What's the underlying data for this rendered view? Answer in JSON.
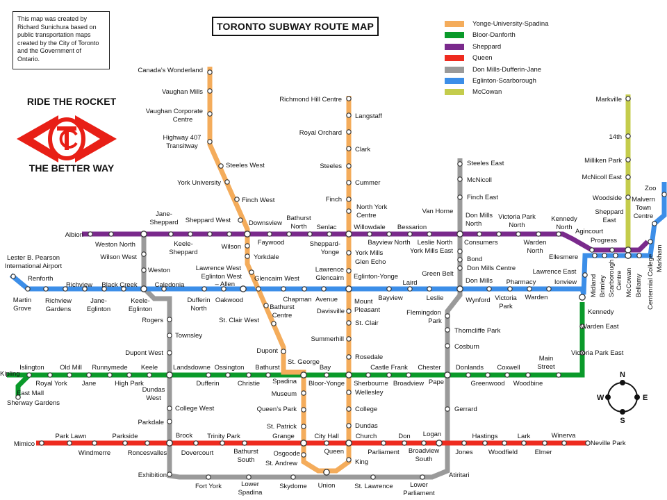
{
  "title": "TORONTO SUBWAY ROUTE MAP",
  "credit": "This map was created by Richard Sunichura based on public transportation maps created by the City of Toronto and the Government of Ontario.",
  "slogan": {
    "top": "RIDE THE ROCKET",
    "bottom": "THE BETTER WAY"
  },
  "compass": {
    "n": "N",
    "s": "S",
    "e": "E",
    "w": "W"
  },
  "colors": {
    "yonge": "#f4ac5b",
    "bloor": "#0a9a2a",
    "sheppard": "#7a2a8c",
    "queen": "#ee2b1f",
    "donmills": "#9a9a9a",
    "eglinton": "#3c8ee8",
    "mccowan": "#c4cc4c",
    "logo_red": "#e81f16"
  },
  "legend": [
    {
      "label": "Yonge-University-Spadina",
      "color": "#f4ac5b"
    },
    {
      "label": "Bloor-Danforth",
      "color": "#0a9a2a"
    },
    {
      "label": "Sheppard",
      "color": "#7a2a8c"
    },
    {
      "label": "Queen",
      "color": "#ee2b1f"
    },
    {
      "label": "Don Mills-Dufferin-Jane",
      "color": "#9a9a9a"
    },
    {
      "label": "Eglinton-Scarborough",
      "color": "#3c8ee8"
    },
    {
      "label": "McCowan",
      "color": "#c4cc4c"
    }
  ],
  "stations": {
    "yonge_west": [
      "Canada’s Wonderland",
      "Vaughan Mills",
      "Vaughan Corporate Centre",
      "Highway 407 Transitway",
      "Steeles West",
      "York University",
      "Finch West",
      "Sheppard West",
      "Downsview",
      "Wilson",
      "Yorkdale",
      "Lawrence West",
      "Glencairn West",
      "Eglinton West – Allen",
      "St. Clair West",
      "Dupont",
      "St. George",
      "Spadina",
      "Museum",
      "Queen’s Park",
      "St. Patrick",
      "Osgoode",
      "St. Andrew",
      "Union"
    ],
    "yonge_east": [
      "Richmond Hill Centre",
      "Langstaff",
      "Royal Orchard",
      "Clark",
      "Steeles",
      "Cummer",
      "Finch",
      "North York Centre",
      "Sheppard-Yonge",
      "York Mills",
      "Glen Echo",
      "Lawrence",
      "Glencairn",
      "Eglinton-Yonge",
      "Mount Pleasant",
      "Davisville",
      "St. Clair",
      "Summerhill",
      "Rosedale",
      "Bloor-Yonge",
      "Wellesley",
      "College",
      "Dundas",
      "Queen",
      "King"
    ],
    "bloor": [
      "Kipling",
      "Islington",
      "Royal York",
      "Old Mill",
      "Jane",
      "Runnymede",
      "High Park",
      "Keele",
      "Dundas West",
      "Landsdowne",
      "Dufferin",
      "Ossington",
      "Christie",
      "Bathurst",
      "Bay",
      "Sherbourne",
      "Castle Frank",
      "Broadview",
      "Chester",
      "Pape",
      "Donlands",
      "Greenwood",
      "Coxwell",
      "Woodbine",
      "Main Street",
      "Victoria Park East",
      "Warden East",
      "Kennedy",
      "East Mall",
      "Sherway Gardens"
    ],
    "sheppard": [
      "Albion",
      "Weston North",
      "Jane-Sheppard",
      "Keele-Sheppard",
      "Faywood",
      "Senlac",
      "Bathurst North",
      "Willowdale",
      "Bessarion",
      "Bayview North",
      "Leslie North",
      "Van Horne",
      "Don Mills North",
      "Consumers",
      "Victoria Park North",
      "Warden North",
      "Kennedy North",
      "Agincourt",
      "Progress",
      "Sheppard East"
    ],
    "queen": [
      "Mimico",
      "Park Lawn",
      "Windmerre",
      "Parkside",
      "Roncesvalles",
      "Brock",
      "Dovercourt",
      "Trinity Park",
      "Bathurst South",
      "Grange",
      "City Hall",
      "Church",
      "Parliament",
      "Don",
      "Broadview South",
      "Logan",
      "Jones",
      "Hastings",
      "Woodfield",
      "Lark",
      "Elmer",
      "Winerva",
      "Neville Park"
    ],
    "donmills": [
      "Wilson West",
      "Weston",
      "Rogers",
      "Townsley",
      "Dupont West",
      "College West",
      "Parkdale",
      "Exhibition",
      "Fort York",
      "Lower Spadina",
      "Skydome",
      "St. Lawrence",
      "Lower Parliament",
      "Atiritari",
      "Gerrard",
      "Cosburn",
      "Thorncliffe Park",
      "Flemingdon Park",
      "Bond",
      "Don Mills Centre",
      "York Mills East",
      "McNicoll",
      "Finch East",
      "Steeles East"
    ],
    "eglinton": [
      "Lester B. Pearson International Airport",
      "Renforth",
      "Martin Grove",
      "Richview",
      "Richview Gardens",
      "Jane-Eglinton",
      "Black Creek",
      "Keele-Eglinton",
      "Caledonia",
      "Dufferin North",
      "Oakwood",
      "Bathurst Centre",
      "Chapman",
      "Avenue",
      "Laird",
      "Bayview",
      "Leslie",
      "Green Belt",
      "Don Mills",
      "Wynford",
      "Victoria Park",
      "Pharmacy",
      "Warden",
      "Lawrence East",
      "Ionview",
      "Ellesmere",
      "Midland",
      "Brimley",
      "Scarborough Centre",
      "McCowan",
      "Bellamy",
      "Centennial College",
      "Markham",
      "Malvern Town Centre",
      "Zoo"
    ],
    "mccowan": [
      "Markville",
      "14th",
      "Milliken Park",
      "McNicoll East",
      "Woodside"
    ]
  }
}
